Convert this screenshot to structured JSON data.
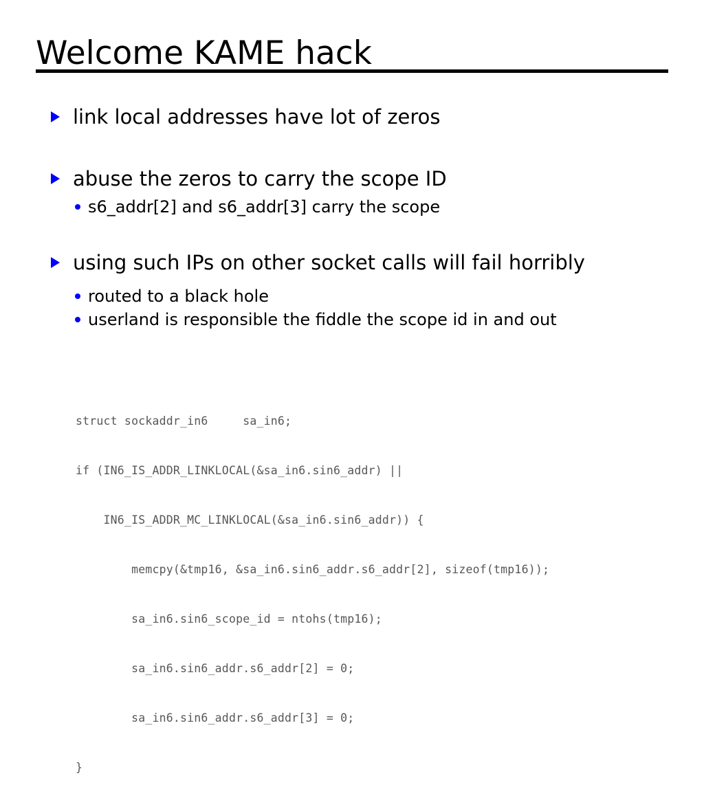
{
  "slide": {
    "title": "Welcome KAME hack",
    "accent_color": "#0000ff",
    "rule_color": "#000000",
    "background_color": "#ffffff",
    "body_text_color": "#000000",
    "code_text_color": "#575757",
    "bullet_marker_level1": "blue-triangle-bullet",
    "bullet_marker_level2": "blue-dot-bullet"
  },
  "bullets": [
    {
      "level": 1,
      "text": "link local addresses have lot of zeros"
    },
    {
      "level": 1,
      "text": "abuse the zeros to carry the scope ID"
    },
    {
      "level": 2,
      "text": "s6_addr[2] and s6_addr[3] carry the scope"
    },
    {
      "level": 1,
      "text": "using such IPs on other socket calls will fail horribly"
    },
    {
      "level": 2,
      "text": "routed to a black hole"
    },
    {
      "level": 2,
      "text": "userland is responsible the fiddle the scope id in and out"
    }
  ],
  "code": {
    "language": "c",
    "lines": [
      "struct sockaddr_in6     sa_in6;",
      "if (IN6_IS_ADDR_LINKLOCAL(&sa_in6.sin6_addr) ||",
      "    IN6_IS_ADDR_MC_LINKLOCAL(&sa_in6.sin6_addr)) {",
      "        memcpy(&tmp16, &sa_in6.sin6_addr.s6_addr[2], sizeof(tmp16));",
      "        sa_in6.sin6_scope_id = ntohs(tmp16);",
      "        sa_in6.sin6_addr.s6_addr[2] = 0;",
      "        sa_in6.sin6_addr.s6_addr[3] = 0;",
      "}"
    ]
  }
}
